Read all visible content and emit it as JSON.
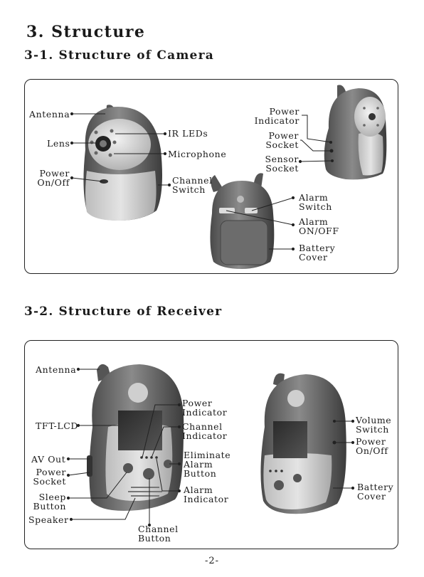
{
  "title": "3. Structure",
  "camera": {
    "heading": "3-1. Structure of Camera",
    "labels": {
      "antenna": "Antenna",
      "lens": "Lens",
      "power_onoff": "Power\nOn/Off",
      "ir_leds": "IR LEDs",
      "microphone": "Microphone",
      "channel_switch": "Channel\nSwitch",
      "power_indicator": "Power\nIndicator",
      "power_socket": "Power\nSocket",
      "sensor_socket": "Sensor\nSocket",
      "alarm_switch": "Alarm\nSwitch",
      "alarm_onoff": "Alarm\nON/OFF",
      "battery_cover": "Battery\nCover"
    }
  },
  "receiver": {
    "heading": "3-2. Structure of Receiver",
    "labels": {
      "antenna": "Antenna",
      "tft_lcd": "TFT-LCD",
      "av_out": "AV Out",
      "power_socket": "Power\nSocket",
      "sleep_button": "Sleep\nButton",
      "speaker": "Speaker",
      "power_indicator": "Power\nIndicator",
      "channel_indicator": "Channel\nIndicator",
      "eliminate_alarm_button": "Eliminate\nAlarm\nButton",
      "alarm_indicator": "Alarm\nIndicator",
      "channel_button": "Channel\nButton",
      "volume_switch": "Volume\nSwitch",
      "power_onoff": "Power\nOn/Off",
      "battery_cover": "Battery\nCover"
    }
  },
  "page_number": "-2-"
}
